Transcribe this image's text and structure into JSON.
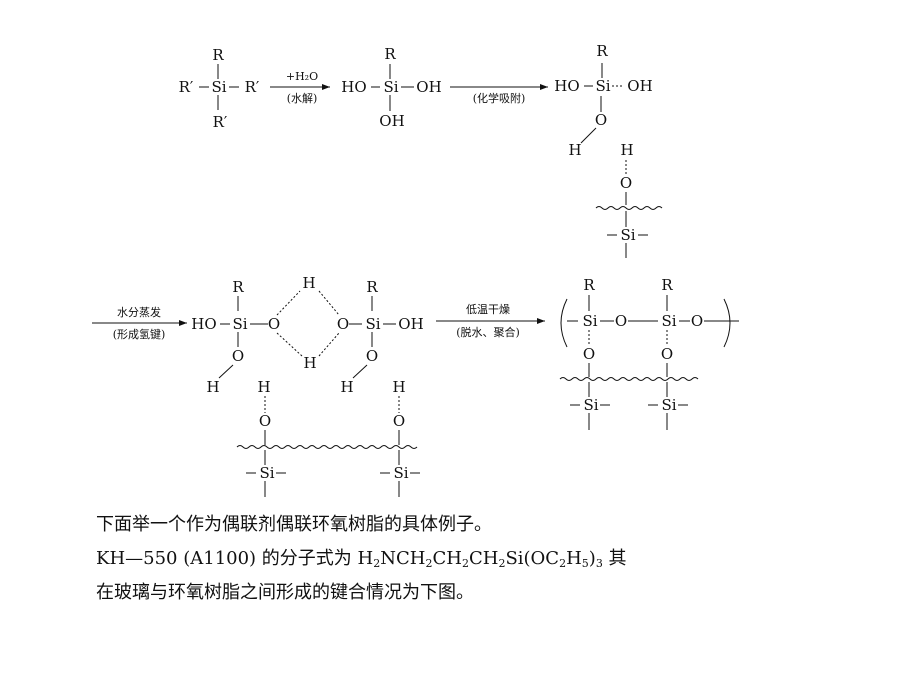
{
  "diagram": {
    "atoms": {
      "R": "R",
      "Rp": "R′",
      "Si": "Si",
      "O": "O",
      "H": "H",
      "OH": "OH",
      "HO": "HO"
    },
    "arrows": {
      "a1_top": "+H₂O",
      "a1_bottom": "(水解)",
      "a2_bottom": "(化学吸附)",
      "a3_top": "水分蒸发",
      "a3_bottom": "(形成氢键)",
      "a4_top": "低温干燥",
      "a4_bottom": "(脱水、聚合)"
    }
  },
  "text": {
    "line1": "下面举一个作为偶联剂偶联环氧树脂的具体例子。",
    "line2_prefix": "KH—550 (A1100) 的分子式为 ",
    "line2_suffix": " 其",
    "formula": {
      "a": "H",
      "s1": "2",
      "b": "NCH",
      "s2": "2",
      "c": "CH",
      "s3": "2",
      "d": "CH",
      "s4": "2",
      "e": "Si(OC",
      "s5": "2",
      "f": "H",
      "s6": "5",
      "g": ")",
      "s7": "3"
    },
    "line3": "在玻璃与环氧树脂之间形成的键合情况为下图。"
  }
}
